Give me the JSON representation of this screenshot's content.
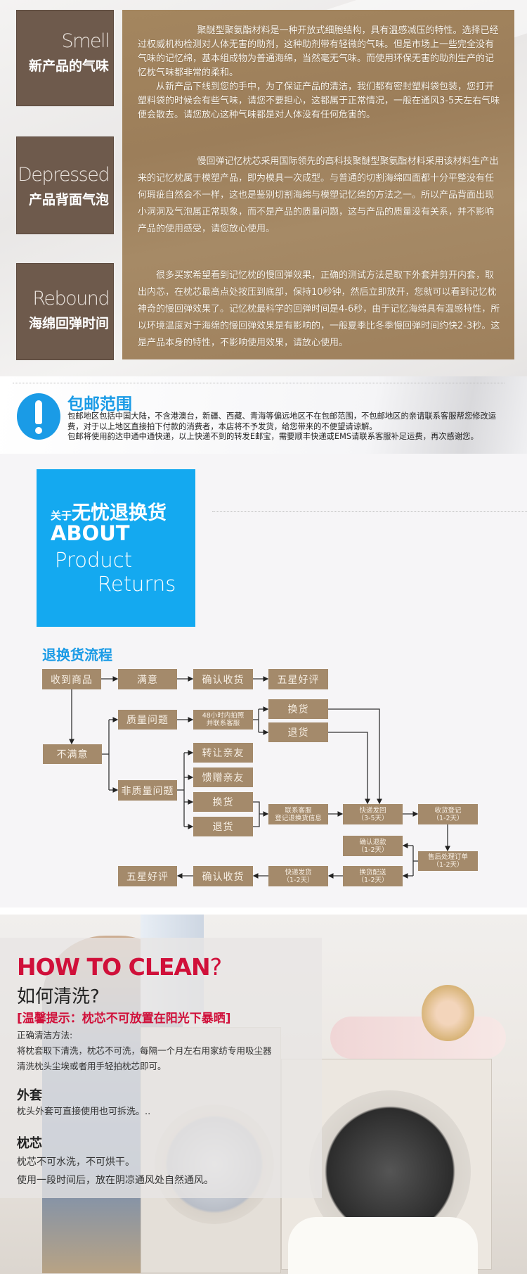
{
  "features": [
    {
      "en": "Smell",
      "zh": "新产品的气味",
      "paragraphs": [
        "聚醚型聚氨酯材料是一种开放式细胞结构，具有温感减压的特性。选择已经过权威机构检测对人体无害的助剂，这种助剂带有轻微的气味。但是市场上一些完全没有气味的记忆绵，基本组成物为普通海绵，当然毫无气味。而使用环保无害的助剂生产的记忆枕气味都非常的柔和。",
        "从新产品下线到您的手中，为了保证产品的清洁，我们都有密封塑料袋包装，您打开塑料袋的时候会有些气味，请您不要担心，这都属于正常情况，一般在通风3-5天左右气味便会散去。请您放心这种气味都是对人体没有任何危害的。"
      ]
    },
    {
      "en": "Depressed",
      "zh": "产品背面气泡",
      "paragraphs": [
        "慢回弹记忆枕芯采用国际领先的高科技聚醚型聚氨酯材料采用该材料生产出来的记忆枕属于模塑产品，即为模具一次成型。与普通的切割海绵四面都十分平整没有任何瑕疵自然会不一样，这也是鉴别切割海绵与模塑记忆绵的方法之一。所以产品背面出现小洞洞及气泡属正常现象，而不是产品的质量问题，这与产品的质量没有关系，并不影响产品的使用感受，请您放心使用。"
      ]
    },
    {
      "en": "Rebound",
      "zh": "海绵回弹时间",
      "paragraphs": [
        "很多买家希望看到记忆枕的慢回弹效果，正确的测试方法是取下外套并剪开内套，取出内芯，在枕芯最高点处按压到底部，保持10秒钟，然后立即放开，您就可以看到记忆枕神奇的慢回弹效果了。记忆枕最科学的回弹时间是4-6秒，由于记忆海绵具有温感特性，所以环境温度对于海绵的慢回弹效果是有影响的，一般夏季比冬季慢回弹时间约快2-3秒。这是产品本身的特性，不影响使用效果，请放心使用。"
      ]
    }
  ],
  "shipping": {
    "title": "包邮范围",
    "lines": [
      "包邮地区包括中国大陆，不含港澳台，新疆、西藏、青海等偏远地区不在包邮范围，不包邮地区的亲请联系客服帮您修改运费，对于以上地区直接拍下付款的消费者，本店将不予发货，给您带来的不便望请谅解。",
      "包邮将使用韵达申通中通快递，以上快递不到的转发E邮宝，需要顺丰快递或EMS请联系客服补足运费，再次感谢您。"
    ]
  },
  "returns_banner": {
    "prefix": "关于",
    "title": "无忧退换货",
    "about": "ABOUT",
    "line1": "Product",
    "line2": "Returns"
  },
  "flow": {
    "title": "退换货流程",
    "received": "收到商品",
    "satisfied": "满意",
    "confirm_receipt": "确认收货",
    "five_star": "五星好评",
    "unsatisfied": "不满意",
    "quality_issue": "质量问题",
    "photo_48h": [
      "48小时内拍照",
      "并联系客服"
    ],
    "exchange": "换货",
    "refund_return": "退货",
    "non_quality_issue": "非质量问题",
    "transfer_friend": "转让亲友",
    "gift_friend": "馈赠亲友",
    "contact_service": [
      "联系客服",
      "登记退换货信息"
    ],
    "ship_back": [
      "快递发回",
      "（3-5天）"
    ],
    "receive_register": [
      "收货登记",
      "（1-2天）"
    ],
    "confirm_refund": [
      "确认退款",
      "（1-2天）"
    ],
    "after_sales": [
      "售后处理订单",
      "（1-2天）"
    ],
    "exchange_delivery": [
      "换货配送",
      "（1-2天）"
    ],
    "express_ship": [
      "快递发货",
      "（1-2天）"
    ],
    "confirm_receipt_2": "确认收货",
    "five_star_2": "五星好评"
  },
  "clean": {
    "title_en": "HOW TO CLEAN",
    "title_q": "?",
    "title_zh": "如何清洗?",
    "tip": "[温馨提示：枕芯不可放置在阳光下暴晒]",
    "method_label": "正确清洁方法:",
    "method_lines": [
      "将枕套取下清洗，枕芯不可洗，每隔一个月左右用家纺专用吸尘器",
      "清洗枕头尘埃或者用手轻拍枕芯即可。"
    ],
    "cover_title": "外套",
    "cover_text": "枕头外套可直接使用也可拆洗。..",
    "core_title": "枕芯",
    "core_lines": [
      "枕芯不可水洗，不可烘干。",
      "使用一段时间后，放在阴凉通风处自然通风。"
    ]
  },
  "colors": {
    "brown_panel": "#a4865f",
    "brown_label": "#6e5a4c",
    "flow_box": "#a48a6b",
    "blue": "#14a9f0",
    "red": "#d0103a"
  }
}
